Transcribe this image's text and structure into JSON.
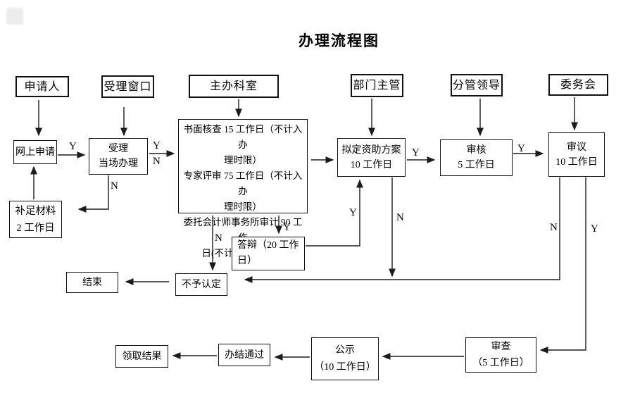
{
  "title": "办理流程图",
  "labels": {
    "yes": "Y",
    "no": "N"
  },
  "nodes": {
    "applicant": {
      "label": "申请人"
    },
    "acceptance_window": {
      "label": "受理窗口"
    },
    "main_office": {
      "label": "主办科室"
    },
    "department_supervisor": {
      "label": "部门主管"
    },
    "leader_in_charge": {
      "label": "分管领导"
    },
    "committee": {
      "label": "委务会"
    },
    "online_application": {
      "label": "网上申请"
    },
    "accept_onsite": {
      "label": "受理\n当场办理"
    },
    "office_tasks": {
      "label": "书面核查 15 工作日（不计入办\n理时限）\n专家评审 75 工作日（不计入办\n理时限）\n委托会计师事务所审计 90 工作\n日(不计入办理时限)"
    },
    "funding_plan": {
      "label": "拟定资助方案\n10 工作日"
    },
    "audit": {
      "label": "审核\n5 工作日"
    },
    "deliberation": {
      "label": "审议\n10 工作日"
    },
    "supplement_materials": {
      "label": "补足材料\n2 工作日"
    },
    "defense": {
      "label": "答辩（20 工作\n日）"
    },
    "not_recognized": {
      "label": "不予认定"
    },
    "end": {
      "label": "结束"
    },
    "collect_result": {
      "label": "领取结果"
    },
    "complete_pass": {
      "label": "办结通过"
    },
    "publicity": {
      "label": "公示\n（10 工作日）"
    },
    "review": {
      "label": "审查\n（5 工作日）"
    }
  }
}
